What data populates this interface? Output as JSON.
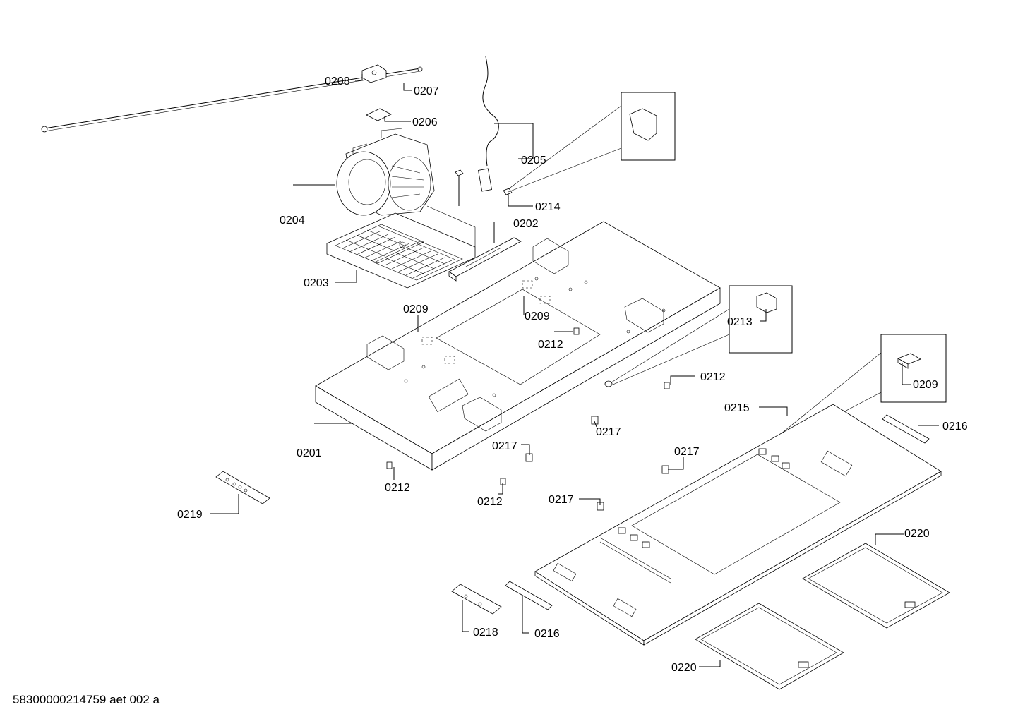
{
  "labels": {
    "l0201": "0201",
    "l0202": "0202",
    "l0203": "0203",
    "l0204": "0204",
    "l0205": "0205",
    "l0206": "0206",
    "l0207": "0207",
    "l0208": "0208",
    "l0209a": "0209",
    "l0209b": "0209",
    "l0209c": "0209",
    "l0212a": "0212",
    "l0212b": "0212",
    "l0212c": "0212",
    "l0212d": "0212",
    "l0213": "0213",
    "l0214": "0214",
    "l0215": "0215",
    "l0216a": "0216",
    "l0216b": "0216",
    "l0217a": "0217",
    "l0217b": "0217",
    "l0217c": "0217",
    "l0217d": "0217",
    "l0218": "0218",
    "l0219": "0219",
    "l0220a": "0220",
    "l0220b": "0220"
  },
  "footer": "58300000214759 aet 002 a"
}
